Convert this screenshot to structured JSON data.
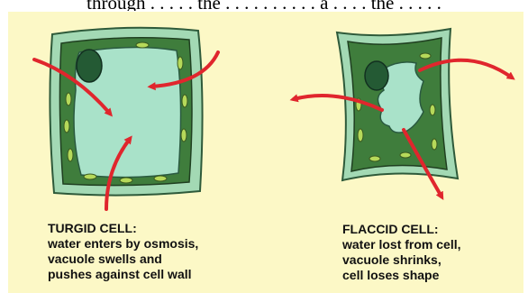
{
  "header": {
    "caption_fragment": "through . . . . . the . . . . . . . . . . a . . . . the . . . . ."
  },
  "turgid": {
    "title": "TURGID CELL:",
    "line1": "water enters by osmosis,",
    "line2": "vacuole swells and",
    "line3": "pushes against cell wall"
  },
  "flaccid": {
    "title": "FLACCID CELL:",
    "line1": "water lost from cell,",
    "line2": "vacuole shrinks,",
    "line3": "cell loses shape"
  },
  "colors": {
    "panel_background": "#fcf8c6",
    "cell_wall": "#a3d9b4",
    "cytoplasm": "#3f7d3c",
    "vacuole": "#a9e2c9",
    "nucleus": "#245a34",
    "chloroplast": "#b6d95a",
    "arrow": "#e0262d"
  }
}
